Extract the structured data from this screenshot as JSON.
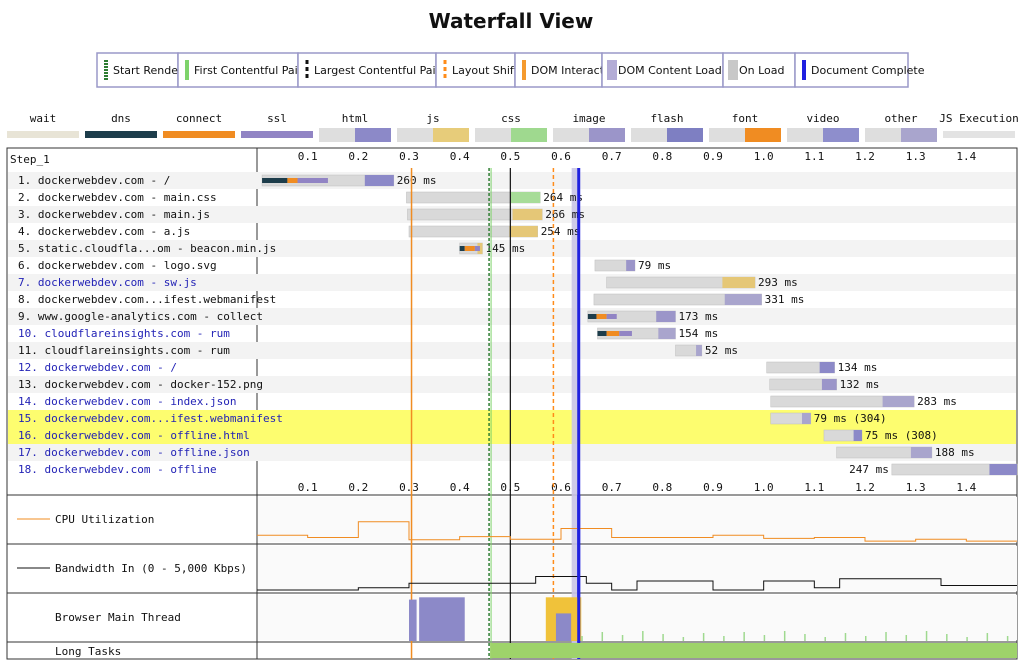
{
  "title": "Waterfall View",
  "markers_legend": [
    {
      "label": "Start Render",
      "color": "#2e7d32",
      "style": "dotted-green"
    },
    {
      "label": "First Contentful Paint",
      "color": "#7ed36b",
      "style": "solid"
    },
    {
      "label": "Largest Contentful Paint",
      "color": "#111111",
      "style": "dashed"
    },
    {
      "label": "Layout Shift",
      "color": "#ff8c1a",
      "style": "dashed"
    },
    {
      "label": "DOM Interactive",
      "color": "#f59a2e",
      "style": "solid"
    },
    {
      "label": "DOM Content Loaded",
      "color": "#b3acd6",
      "style": "band"
    },
    {
      "label": "On Load",
      "color": "#c8c8c8",
      "style": "band"
    },
    {
      "label": "Document Complete",
      "color": "#2020e0",
      "style": "solid"
    }
  ],
  "request_legend": [
    {
      "label": "wait",
      "color": "#e8e4d6"
    },
    {
      "label": "dns",
      "color": "#1d3d4b"
    },
    {
      "label": "connect",
      "color": "#f08c22"
    },
    {
      "label": "ssl",
      "color": "#9184c4"
    },
    {
      "label": "html",
      "color": "#8c89c8"
    },
    {
      "label": "js",
      "color": "#e7cc7a"
    },
    {
      "label": "css",
      "color": "#9fd98f"
    },
    {
      "label": "image",
      "color": "#9b95c9"
    },
    {
      "label": "flash",
      "color": "#7e7fc2"
    },
    {
      "label": "font",
      "color": "#f08c22"
    },
    {
      "label": "video",
      "color": "#8e8ecc"
    },
    {
      "label": "other",
      "color": "#a9a5cd"
    },
    {
      "label": "JS Execution",
      "color": "#e3e3e3"
    }
  ],
  "step_label": "Step_1",
  "chart_data": {
    "type": "waterfall",
    "xlim": [
      0,
      1.5
    ],
    "ticks": [
      "0.1",
      "0.2",
      "0.3",
      "0.4",
      "0.5",
      "0.6",
      "0.7",
      "0.8",
      "0.9",
      "1.0",
      "1.1",
      "1.2",
      "1.3",
      "1.4"
    ],
    "markers": {
      "start_render": 0.46,
      "first_contentful_paint": 0.46,
      "largest_contentful_paint": 0.5,
      "layout_shift": 0.585,
      "dom_interactive": 0.305,
      "dom_content_loaded": [
        0.625,
        0.63
      ],
      "document_complete": 0.635
    },
    "requests": [
      {
        "label": "1. dockerwebdev.com - /",
        "link": false,
        "highlight": false,
        "start": 0.01,
        "end": 0.27,
        "duration": "260 ms",
        "dns": [
          0.01,
          0.06
        ],
        "connect": [
          0.06,
          0.08
        ],
        "ssl": [
          0.08,
          0.14
        ],
        "type": "html"
      },
      {
        "label": "2. dockerwebdev.com - main.css",
        "link": false,
        "highlight": false,
        "start": 0.295,
        "end": 0.559,
        "duration": "264 ms",
        "type": "css"
      },
      {
        "label": "3. dockerwebdev.com - main.js",
        "link": false,
        "highlight": false,
        "start": 0.297,
        "end": 0.563,
        "duration": "266 ms",
        "type": "js"
      },
      {
        "label": "4. dockerwebdev.com - a.js",
        "link": false,
        "highlight": false,
        "start": 0.3,
        "end": 0.554,
        "duration": "254 ms",
        "type": "js"
      },
      {
        "label": "5. static.cloudfla...om - beacon.min.js",
        "link": false,
        "highlight": false,
        "start": 0.4,
        "end": 0.445,
        "duration": "145 ms",
        "dns": [
          0.4,
          0.41
        ],
        "connect": [
          0.41,
          0.43
        ],
        "ssl": [
          0.43,
          0.44
        ],
        "type": "js"
      },
      {
        "label": "6. dockerwebdev.com - logo.svg",
        "link": false,
        "highlight": false,
        "start": 0.667,
        "end": 0.746,
        "duration": "79 ms",
        "type": "image"
      },
      {
        "label": "7. dockerwebdev.com - sw.js",
        "link": true,
        "highlight": false,
        "start": 0.69,
        "end": 0.983,
        "duration": "293 ms",
        "type": "js"
      },
      {
        "label": "8. dockerwebdev.com...ifest.webmanifest",
        "link": false,
        "highlight": false,
        "start": 0.665,
        "end": 0.996,
        "duration": "331 ms",
        "type": "other"
      },
      {
        "label": "9. www.google-analytics.com - collect",
        "link": false,
        "highlight": false,
        "start": 0.653,
        "end": 0.826,
        "duration": "173 ms",
        "dns": [
          0.653,
          0.67
        ],
        "connect": [
          0.67,
          0.69
        ],
        "ssl": [
          0.69,
          0.71
        ],
        "type": "image"
      },
      {
        "label": "10. cloudflareinsights.com - rum",
        "link": true,
        "highlight": false,
        "start": 0.672,
        "end": 0.826,
        "duration": "154 ms",
        "dns": [
          0.672,
          0.69
        ],
        "connect": [
          0.69,
          0.715
        ],
        "ssl": [
          0.715,
          0.74
        ],
        "type": "other"
      },
      {
        "label": "11. cloudflareinsights.com - rum",
        "link": false,
        "highlight": false,
        "start": 0.826,
        "end": 0.878,
        "duration": "52 ms",
        "type": "other"
      },
      {
        "label": "12. dockerwebdev.com - /",
        "link": true,
        "highlight": false,
        "start": 1.006,
        "end": 1.14,
        "duration": "134 ms",
        "type": "html"
      },
      {
        "label": "13. dockerwebdev.com - docker-152.png",
        "link": false,
        "highlight": false,
        "start": 1.012,
        "end": 1.144,
        "duration": "132 ms",
        "type": "image"
      },
      {
        "label": "14. dockerwebdev.com - index.json",
        "link": true,
        "highlight": false,
        "start": 1.014,
        "end": 1.297,
        "duration": "283 ms",
        "type": "other"
      },
      {
        "label": "15. dockerwebdev.com...ifest.webmanifest",
        "link": true,
        "highlight": true,
        "start": 1.014,
        "end": 1.093,
        "duration": "79 ms (304)",
        "type": "other"
      },
      {
        "label": "16. dockerwebdev.com - offline.html",
        "link": true,
        "highlight": true,
        "start": 1.119,
        "end": 1.194,
        "duration": "75 ms (308)",
        "type": "html"
      },
      {
        "label": "17. dockerwebdev.com - offline.json",
        "link": true,
        "highlight": false,
        "start": 1.144,
        "end": 1.332,
        "duration": "188 ms",
        "type": "other"
      },
      {
        "label": "18. dockerwebdev.com - offline",
        "link": true,
        "highlight": false,
        "start": 1.253,
        "end": 1.5,
        "duration": "247 ms",
        "type": "html"
      }
    ],
    "bottom_rows": {
      "cpu_label": "CPU Utilization",
      "bandwidth_label": "Bandwidth In (0 - 5,000 Kbps)",
      "main_thread_label": "Browser Main Thread",
      "long_tasks_label": "Long Tasks",
      "cpu_series": [
        [
          0,
          0.15
        ],
        [
          0.1,
          0.15
        ],
        [
          0.1,
          0.1
        ],
        [
          0.2,
          0.1
        ],
        [
          0.2,
          0.45
        ],
        [
          0.3,
          0.45
        ],
        [
          0.3,
          0.05
        ],
        [
          0.4,
          0.05
        ],
        [
          0.4,
          0.12
        ],
        [
          0.5,
          0.12
        ],
        [
          0.5,
          0.06
        ],
        [
          0.6,
          0.06
        ],
        [
          0.6,
          0.3
        ],
        [
          0.7,
          0.3
        ],
        [
          0.7,
          0.1
        ],
        [
          0.9,
          0.1
        ],
        [
          0.9,
          0.15
        ],
        [
          1.0,
          0.15
        ],
        [
          1.0,
          0.08
        ],
        [
          1.1,
          0.08
        ],
        [
          1.1,
          0.1
        ],
        [
          1.2,
          0.1
        ],
        [
          1.2,
          0.02
        ],
        [
          1.3,
          0.02
        ],
        [
          1.3,
          0.06
        ],
        [
          1.4,
          0.06
        ],
        [
          1.4,
          0.02
        ],
        [
          1.5,
          0.02
        ]
      ],
      "bandwidth_series": [
        [
          0,
          0
        ],
        [
          0.2,
          0
        ],
        [
          0.2,
          0.05
        ],
        [
          0.3,
          0.05
        ],
        [
          0.3,
          0.15
        ],
        [
          0.55,
          0.15
        ],
        [
          0.55,
          0.3
        ],
        [
          0.65,
          0.3
        ],
        [
          0.65,
          0.15
        ],
        [
          0.7,
          0.15
        ],
        [
          0.7,
          0.0
        ],
        [
          0.75,
          0.0
        ],
        [
          0.75,
          0.2
        ],
        [
          0.9,
          0.2
        ],
        [
          0.9,
          0.0
        ],
        [
          1.0,
          0.0
        ],
        [
          1.0,
          0.2
        ],
        [
          1.1,
          0.2
        ],
        [
          1.1,
          0.05
        ],
        [
          1.15,
          0.05
        ],
        [
          1.15,
          0.25
        ],
        [
          1.35,
          0.25
        ],
        [
          1.35,
          0.1
        ],
        [
          1.5,
          0.1
        ]
      ],
      "main_thread_blocks": [
        {
          "start": 0.3,
          "end": 0.315,
          "level": 0.9,
          "color": "#8c89c8"
        },
        {
          "start": 0.32,
          "end": 0.41,
          "level": 0.95,
          "color": "#8c89c8"
        },
        {
          "start": 0.57,
          "end": 0.64,
          "level": 0.95,
          "color": "#f0c23a"
        },
        {
          "start": 0.59,
          "end": 0.62,
          "level": 0.6,
          "color": "#8c89c8"
        }
      ],
      "long_tasks": {
        "start": 0.46,
        "end": 1.5,
        "color": "#9ed36a"
      }
    }
  }
}
